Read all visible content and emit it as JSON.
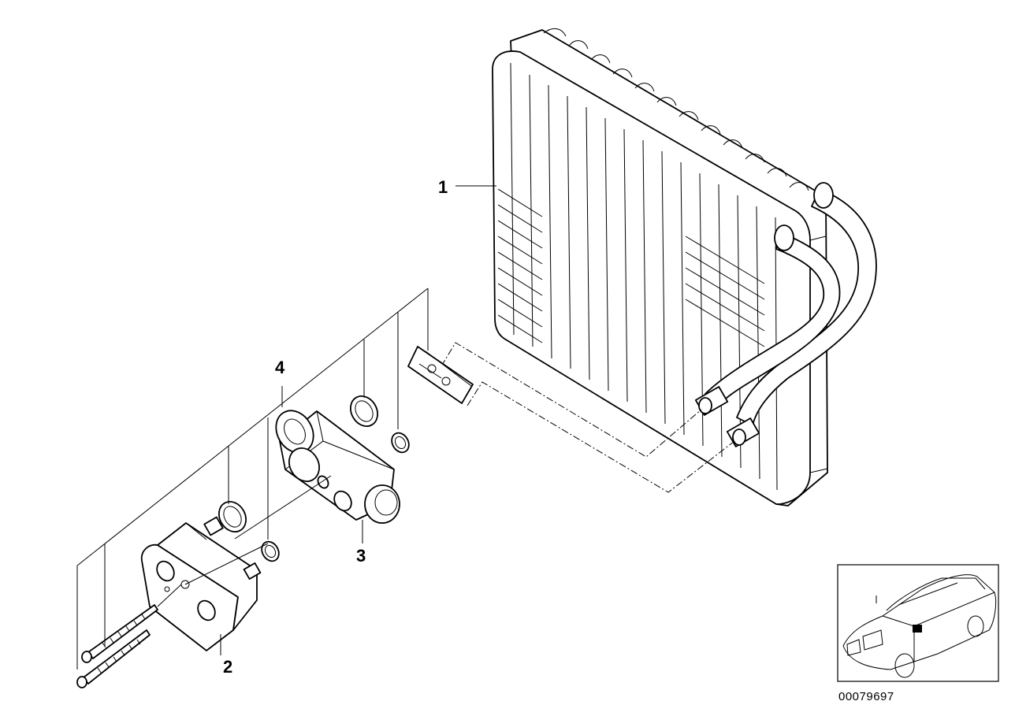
{
  "diagram": {
    "callouts": [
      {
        "id": "1",
        "label": "1"
      },
      {
        "id": "2",
        "label": "2"
      },
      {
        "id": "3",
        "label": "3"
      },
      {
        "id": "4",
        "label": "4"
      }
    ],
    "reference_number": "00079697"
  }
}
